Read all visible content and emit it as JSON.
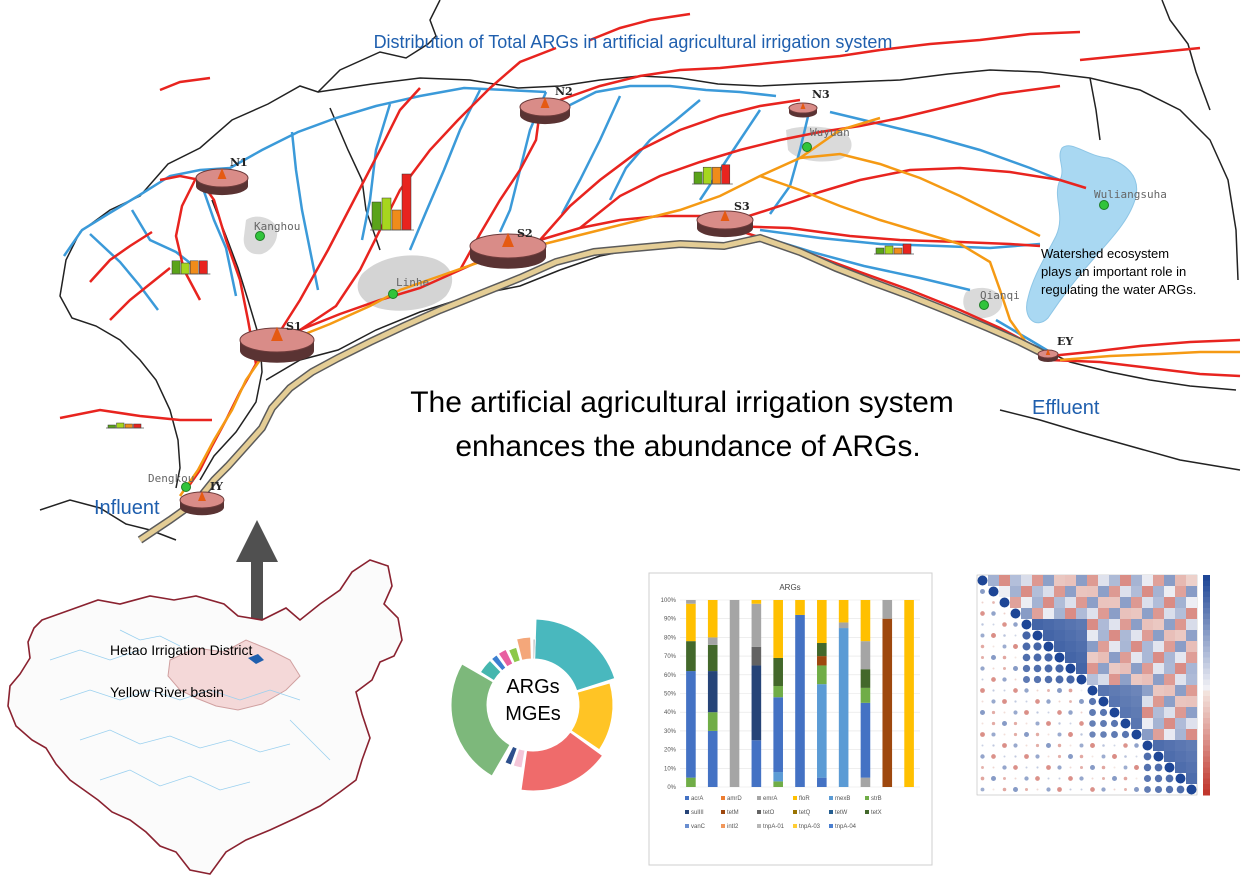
{
  "figure": {
    "title": "Distribution of Total ARGs in artificial agricultural irrigation system",
    "main_message": [
      "The artificial agricultural irrigation system",
      "enhances the abundance of ARGs."
    ],
    "watershed_note": [
      "Watershed ecosystem",
      "plays an important role in",
      "regulating the water ARGs."
    ],
    "influent_label": "Influent",
    "effluent_label": "Effluent"
  },
  "sites": [
    {
      "id": "N1",
      "label": "N1"
    },
    {
      "id": "N2",
      "label": "N2"
    },
    {
      "id": "N3",
      "label": "N3"
    },
    {
      "id": "S1",
      "label": "S1"
    },
    {
      "id": "S2",
      "label": "S2"
    },
    {
      "id": "S3",
      "label": "S3"
    },
    {
      "id": "EY",
      "label": "EY"
    },
    {
      "id": "IY",
      "label": "IY"
    }
  ],
  "towns": [
    "Kanghou",
    "Linhe",
    "Wuyuan",
    "Wuliangsuha",
    "Dengkou",
    "Qianqi"
  ],
  "colors": {
    "river": "#3b9ad9",
    "canal": "#e8241f",
    "drain": "#f59a14",
    "yellow_river": "#d6b97a",
    "border": "#222222",
    "disk": "#d98c88",
    "disk_side": "#5a3333",
    "pin": "#e55a12",
    "lake": "#a9d8f2",
    "accent_blue": "#1f5fae",
    "arrow": "#505050"
  },
  "map_inset": {
    "labels": [
      "Hetao Irrigation District",
      "Yellow River basin"
    ]
  },
  "donut": {
    "center_lines": [
      "ARGs",
      "MGEs"
    ]
  },
  "chart_data": [
    {
      "type": "bar",
      "title": "",
      "note": "Site mini bar charts (green / light green / orange / red), relative heights",
      "series": [
        {
          "values": [
            [
              3,
              5,
              4,
              4
            ],
            [
              7,
              8,
              5,
              14
            ],
            [
              6,
              5,
              6,
              6
            ],
            [
              5,
              7,
              7,
              8
            ],
            [
              3,
              4,
              3,
              5
            ]
          ]
        }
      ]
    },
    {
      "type": "bar",
      "title": "ARGs",
      "stacked": true,
      "ylim": [
        0,
        100
      ],
      "yticks": [
        "0%",
        "10%",
        "20%",
        "30%",
        "40%",
        "50%",
        "60%",
        "70%",
        "80%",
        "90%",
        "100%"
      ],
      "legend": [
        "acrA",
        "amrD",
        "emrA",
        "floR",
        "mexB",
        "strB",
        "sulIII",
        "tetM",
        "tetO",
        "tetQ",
        "tetW",
        "tetX",
        "vanC",
        "intI2",
        "tnpA-01",
        "tnpA-03",
        "tnpA-04"
      ],
      "legend_colors": [
        "#4472c4",
        "#ed7d31",
        "#a5a5a5",
        "#ffc000",
        "#5b9bd5",
        "#70ad47",
        "#264478",
        "#9e480e",
        "#636363",
        "#997300",
        "#255e91",
        "#43682b",
        "#698ed0",
        "#f1975a",
        "#b7b7b7",
        "#ffcd33",
        "#4a7fd0"
      ],
      "stacks": [
        [
          [
            "#70ad47",
            5
          ],
          [
            "#4472c4",
            57
          ],
          [
            "#43682b",
            16
          ],
          [
            "#ffc000",
            20
          ],
          [
            "#a5a5a5",
            2
          ]
        ],
        [
          [
            "#4472c4",
            30
          ],
          [
            "#70ad47",
            10
          ],
          [
            "#264478",
            22
          ],
          [
            "#43682b",
            14
          ],
          [
            "#a5a5a5",
            4
          ],
          [
            "#ffc000",
            20
          ]
        ],
        [
          [
            "#a5a5a5",
            100
          ]
        ],
        [
          [
            "#4472c4",
            25
          ],
          [
            "#264478",
            40
          ],
          [
            "#636363",
            10
          ],
          [
            "#a5a5a5",
            23
          ],
          [
            "#ffc000",
            2
          ]
        ],
        [
          [
            "#70ad47",
            3
          ],
          [
            "#5b9bd5",
            5
          ],
          [
            "#4472c4",
            40
          ],
          [
            "#70ad47",
            6
          ],
          [
            "#43682b",
            15
          ],
          [
            "#ffc000",
            31
          ]
        ],
        [
          [
            "#4472c4",
            92
          ],
          [
            "#ffc000",
            8
          ]
        ],
        [
          [
            "#4472c4",
            5
          ],
          [
            "#5b9bd5",
            50
          ],
          [
            "#70ad47",
            10
          ],
          [
            "#9e480e",
            5
          ],
          [
            "#43682b",
            7
          ],
          [
            "#ffc000",
            23
          ]
        ],
        [
          [
            "#5b9bd5",
            85
          ],
          [
            "#a5a5a5",
            3
          ],
          [
            "#ffc000",
            12
          ]
        ],
        [
          [
            "#a5a5a5",
            5
          ],
          [
            "#4472c4",
            40
          ],
          [
            "#70ad47",
            8
          ],
          [
            "#43682b",
            10
          ],
          [
            "#a5a5a5",
            15
          ],
          [
            "#ffc000",
            22
          ]
        ],
        [
          [
            "#9e480e",
            90
          ],
          [
            "#a5a5a5",
            10
          ]
        ],
        [
          [
            "#ffc000",
            100
          ]
        ]
      ]
    },
    {
      "type": "heatmap",
      "title": "",
      "size": 20,
      "blocks": [
        [
          4,
          9,
          0.85
        ],
        [
          10,
          14,
          0.75
        ],
        [
          15,
          19,
          0.8
        ]
      ]
    }
  ]
}
